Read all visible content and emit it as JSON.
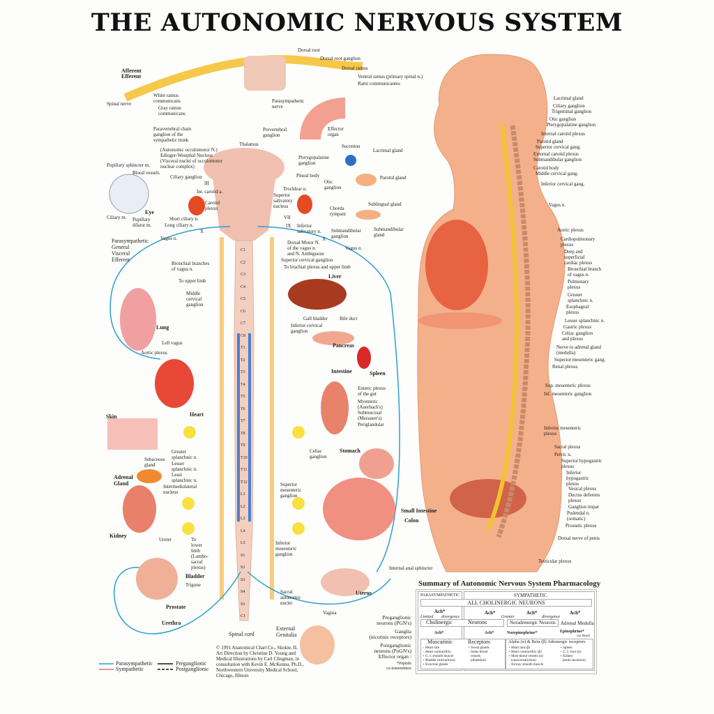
{
  "title": "THE AUTONOMIC NERVOUS SYSTEM",
  "colors": {
    "parasympathetic": "#2a9fd0",
    "sympathetic": "#e0707a",
    "nerve": "#f5c842",
    "skin": "#f4b58d",
    "organ": "#e8604a"
  },
  "labels": {
    "dorsal_root": "Dorsal root",
    "dorsal_root_ganglion": "Dorsal root ganglion",
    "dorsal_ramus": "Dorsal ramus",
    "ventral_ramus": "Ventral ramus (primary spinal n.)",
    "rami_communicantes": "Rami communicantes",
    "afferent": "Afferent",
    "efferent": "Efferent",
    "spinal_nerve": "Spinal nerve",
    "white_ramus": "White ramus\ncommunicans",
    "gray_ramus": "Gray ramus\ncommunicans",
    "parasympathetic_nerve": "Parasympathetic\nnerve",
    "paravertebral": "Paravertebral chain\nganglion of the\nsympathetic trunk",
    "prevertebral": "Prevertebral\nganglion",
    "effector_organ": "Effector\norgan",
    "edinger": "(Autonomic occulomotor N.)\nEdinger-Westphal Nucleus\n(Visceral nuclei of occulomotor\nnuclear complex)",
    "thalamus": "Thalamus",
    "secretion": "Secretion",
    "lacrimal_gland_l": "Lacrimal gland",
    "pterygopalatine_l": "Pterygopalatine\nganglion",
    "pineal": "Pineal body",
    "parotid_l": "Parotid gland",
    "otic_l": "Otic\nganglion",
    "pupillary_sphincter": "Pupillary sphincter m.",
    "blood_vessels": "Blood vessels",
    "ciliary_ganglion_l": "Ciliary ganglion",
    "iii": "III",
    "trochlear": "Trochlear n.",
    "int_carotid": "Int. carotid a.",
    "carotid_plexus": "Carotid\nplexus",
    "sup_salivatory": "Superior\nsalivatory\nnucleus",
    "chorda": "Chorda\ntympani",
    "sublingual": "Sublingual gland",
    "eye": "Eye",
    "ciliary_m": "Ciliary m.",
    "pupillary_dilator": "Pupillary\ndilator m.",
    "short_ciliary": "Short ciliary n.",
    "long_ciliary": "Long ciliary n.",
    "vii": "VII",
    "ix": "IX",
    "inf_salivatory": "Inferior\nsalivatory n.",
    "submandibular_ganglion_l": "Submandibular\nganglion",
    "submandibular_gland_l": "Submandibular\ngland",
    "x_left": "X",
    "x_right": "X",
    "vagus_left": "Vagus n.",
    "vagus_right": "Vagus n.",
    "parasympathetic_gve": "Parasympathetic\nGeneral\nVisceral\nEfferent",
    "dorsal_motor": "Dorsal Motor N.\nof the vagus n.\nand N. Ambiguous",
    "sup_cervical_l": "Superior cervical ganglion",
    "bronchial_branches": "Bronchial branches\nof vagus n.",
    "to_upper_limb": "To upper limb",
    "to_brachial": "To brachial plexus and upper limb",
    "middle_cervical_l": "Middle\ncervical\nganglion",
    "liver": "Liver",
    "gall_bladder": "Gall bladder",
    "bile_duct": "Bile duct",
    "lung": "Lung",
    "inf_cervical_l": "Inferior cervical\nganglion",
    "pancreas": "Pancreas",
    "left_vagus": "Left vagus",
    "aortic_plexus_l": "Aortic plexus",
    "intestine": "Intestine",
    "spleen": "Spleen",
    "enteric": "Enteric plexus\nof the gut",
    "myenteric": "Myenteric\n(Auerbach's)",
    "submucosal": "Submucosal\n(Meissner's)",
    "periglandular": "Periglandular",
    "heart": "Heart",
    "skin": "Skin",
    "stomach": "Stomach",
    "celiac_l": "Celiac\nganglion",
    "greater_splanchnic_l": "Greater\nsplanchnic n.",
    "lesser_splanchnic_l": "Lesser\nsplanchnic n.",
    "least_splanchnic": "Least\nsplanchnic n.",
    "intermediolateral": "Intermediolateral\nnucleus",
    "sebaceous": "Sebaceous\ngland",
    "adrenal_gland": "Adrenal\nGland",
    "sup_mesenteric_l": "Superior\nmesenteric\nganglion",
    "small_intestine": "Small Intestine",
    "colon": "Colon",
    "kidney": "Kidney",
    "ureter": "Ureter",
    "to_lower_limb": "To\nlower\nlimb\n(Lumbo-\nsacral\nplexus)",
    "inf_mesenteric_l": "Inferior\nmesenteric\nganglion",
    "internal_anal": "Internal anal sphincter",
    "bladder": "Bladder",
    "trigone": "Trigone",
    "sacral_autonomic": "Sacral\nautonomic\nnuclei",
    "uterus": "Uterus",
    "prostate": "Prostate",
    "vagina": "Vagina",
    "urethra": "Urethra",
    "external_genitalia": "External\nGenitalia",
    "spinal_cord": "Spinal cord",
    "credits": "© 1991 Anatomical Chart Co., Skokie, IL\nArt Direction by Christine D. Young and\nMedical Illustrations by Carl Clingman, in\nconsultation with Kevin E. McKenna, Ph.D.,\nNorthwestern University Medical School,\nChicago, Illinois",
    "r_lacrimal": "Lacrimal gland",
    "r_ciliary": "Ciliary ganglion",
    "r_trigeminal": "Trigeminal ganglion",
    "r_otic": "Otic ganglion",
    "r_pterygopalatine": "Pterygopalatine ganglion",
    "r_int_carotid": "Internal carotid plexus",
    "r_parotid": "Parotid gland",
    "r_sup_cervical": "Superior cervical gang.",
    "r_ext_carotid": "External carotid plexus",
    "r_submandibular": "Submandibular ganglion",
    "r_carotid_body": "Carotid body",
    "r_middle_cervical": "Middle cervical gang.",
    "r_inf_cervical": "Inferior cervical gang.",
    "r_vagus": "Vagus n.",
    "r_aortic": "Aortic plexus",
    "r_cardiopulmonary": "Cardiopulmonary\nplexus",
    "r_cardiac": "Deep and\nsuperficial\ncardiac plexus",
    "r_bronchial": "Bronchial branch\nof vagus n.",
    "r_pulmonary": "Pulmonary\nplexus",
    "r_greater_splanchnic": "Greater\nsplanchnic n.",
    "r_esophageal": "Esophageal\nplexus",
    "r_lesser_splanchnic": "Lesser splanchnic n.",
    "r_gastric": "Gastric plexus",
    "r_celiac": "Celiac ganglion\nand plexus",
    "r_adrenal": "Nerve to adrenal gland\n(medulla)",
    "r_sup_mes_gang": "Superior mesenteric gang.",
    "r_renal": "Renal plexus",
    "r_sup_mes_plexus": "Sup. mesenteric plexus",
    "r_inf_mes_gang": "Inf. mesenteric ganglion",
    "r_inf_mes_plexus": "Inferior mesenteric\nplexus",
    "r_sacral": "Sacral plexus",
    "r_pelvic": "Pelvic n.",
    "r_sup_hypogastric": "Superior hypogastric\nplexus",
    "r_inf_hypogastric": "Inferior\nhypogastric\nplexus",
    "r_vesical": "Vesical plexus",
    "r_ductus": "Ductus deferens\nplexus",
    "r_ganglion_impar": "Ganglion impar",
    "r_pudendal": "Pudendal n.\n(somatic)",
    "r_prostatic": "Prostatic plexus",
    "r_dorsal_penis": "Dorsal nerve of penis",
    "r_testicular": "Testicular plexus"
  },
  "spinal_segments": [
    "C1",
    "C2",
    "C3",
    "C4",
    "C5",
    "C6",
    "C7",
    "C8",
    "T1",
    "T2",
    "T3",
    "T4",
    "T5",
    "T6",
    "T7",
    "T8",
    "T9",
    "T10",
    "T11",
    "T12",
    "L1",
    "L2",
    "L3",
    "L4",
    "L5",
    "S1",
    "S2",
    "S3",
    "S4",
    "S5",
    "C1"
  ],
  "legend": {
    "parasympathetic": "Parasympathetic",
    "sympathetic": "Sympathetic",
    "preganglionic": "Preganglionic",
    "postganglionic": "Postganglionic"
  },
  "pharmacology": {
    "title": "Summary of Autonomic Nervous System Pharmacology",
    "row_labels": {
      "preganglionic": "Preganglionic\nneurons (PGN's)",
      "ganglia": "Ganglia\n(nicotinic receptors)",
      "postganglionic": "Postganglionic\nneurons (PoGN's)",
      "effector": "Effector organ :",
      "peptide": "*Peptide\nco-transmitters"
    },
    "parasympathetic": "PARASYMPATHETIC",
    "sympathetic": "SYMPATHETIC",
    "all_cholinergic": "ALL CHOLINERGIC NEURONS",
    "ach": "Ach*",
    "limited": "Limited",
    "divergence": "divergence",
    "greater": "Greater",
    "cholinergic": "Cholinergic",
    "neurons": "Neurons",
    "noradrenergic": "Noradrenergic  Neurons",
    "adrenal_medulla": "Adrenal Medulla",
    "norepinephrine": "Norepinephrine*",
    "epinephrine": "Epinephrine*",
    "via_blood": "via blood",
    "muscarinic": "Muscarinic",
    "receptors": "Receptors",
    "adrenergic": "Alpha (α) & Beta (β) Adrenergic receptors",
    "para_effects": "− Heart rate\n− Heart contractility\n+ G. I. smooth muscle\n+ Bladder (micturition)\n+ Exocrine glands",
    "symp_chol_effects": "+ Sweat glands\n− Some blood\n   vessels\n   (dilatation)",
    "adrenergic_effects_1": "+ Heart rate (β)\n+ Heart contractility (β)\n+ Most blood vessels (α)\n   (vasoconstriction)\n− Airway smooth muscle",
    "adrenergic_effects_2": "+ Spleen\n− G. I. tract (α)\n+ Kidney\n   (renin secretion)"
  }
}
